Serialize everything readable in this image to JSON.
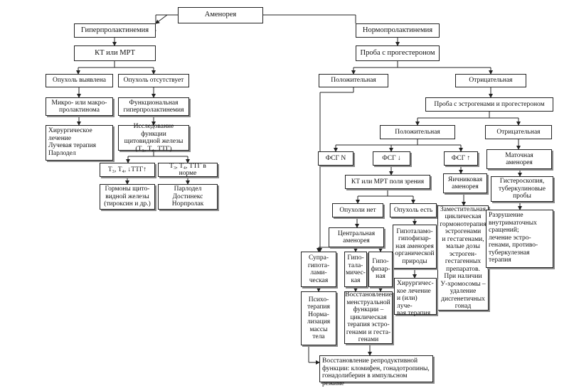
{
  "nodes": {
    "amenorrhea": "Аменорея",
    "hyperprolactinemia": "Гиперпролактинемия",
    "normoprolactinemia": "Нормопролактинемия",
    "ct_mri": "КТ или МРТ",
    "progesterone_test": "Проба с прогестероном",
    "tumor_found": "Опухоль выявлена",
    "tumor_absent": "Опухоль отсутствует",
    "positive_1": "Положительная",
    "negative_1": "Отрицательная",
    "micro_macro": "Микро- или макро-\nпролактинома",
    "functional_hyperprolactinemia": "Функциональная\nгиперпролактинемия",
    "estrogen_progesterone_test": "Проба с эстрогенами и прогестероном",
    "surgical_treatment": "Хирургическое\nлечение\nЛучевая терапия\nПарлодел",
    "thyroid_study": "Исследование функции\nщитовидной железы\n(Т₃, Т₄, ТТГ)",
    "positive_2": "Положительная",
    "negative_2": "Отрицательная",
    "t3t4_low": "Т₃, Т₄, ↓ТТГ↑",
    "t3t4_normal": "Т₃, Т₄, ТТГ в норме",
    "fsh_n": "ФСГ N",
    "fsh_down": "ФСГ ↓",
    "fsh_up": "ФСГ ↑",
    "uterine_amenorrhea": "Маточная\nаменорея",
    "thyroid_hormones": "Гормоны щито-\nвидной железы\n(тироксин и др.)",
    "parlodel_list": "Парлодел\nДостинекс\nНорпролак",
    "ct_mri_fields": "КТ или МРТ поля зрения",
    "ovarian_amenorrhea": "Яичниковая\nаменорея",
    "hysteroscopy": "Гистероскопия,\nтуберкулиновые\nпробы",
    "tumors_absent": "Опухоли нет",
    "tumors_present": "Опухоль есть",
    "hrt": "Заместительная\nциклическая\nгормонотерапия\nэстрогенами\nи гестагенами,\nмалые дозы\nэстроген-\nгестагенных\nпрепаратов.\nПри наличии\nУ-хромосомы –\nудаление\nдисгенетичных\nгонад",
    "synechiae": "Разрушение\nвнутриматочных\nсращений;\nлечение эстро-\nгенами, противо-\nтуберкулезная\nтерапия",
    "central_amenorrhea": "Центральная\nаменорея",
    "hypothalamo_pituitary": "Гипоталамо-\nгипофизар-\nная аменорея\nорганической\nприроды",
    "suprahypothalamic": "Супра-\nгипота-\nлами-\nческая",
    "hypothalamic": "Гипо-\nтала-\nмичес-\nкая",
    "pituitary": "Гипо-\nфизар-\nная",
    "surgical_or_radiation": "Хирургичес-\nкое лечение\nи (или) луче-\nвая терапия",
    "psychotherapy": "Психо-\nтерапия\nНорма-\nлизация\nмассы\nтела",
    "restore_menstrual": "Восстановление\nменструальной\nфункции –\nциклическая\nтерапия эстро-\nгенами и геста-\nгенами",
    "restore_reproductive": "Восстановление репродуктивной\nфункции: кломифен, гонадотропины,\nгонадолиберин в импульсном режиме"
  }
}
